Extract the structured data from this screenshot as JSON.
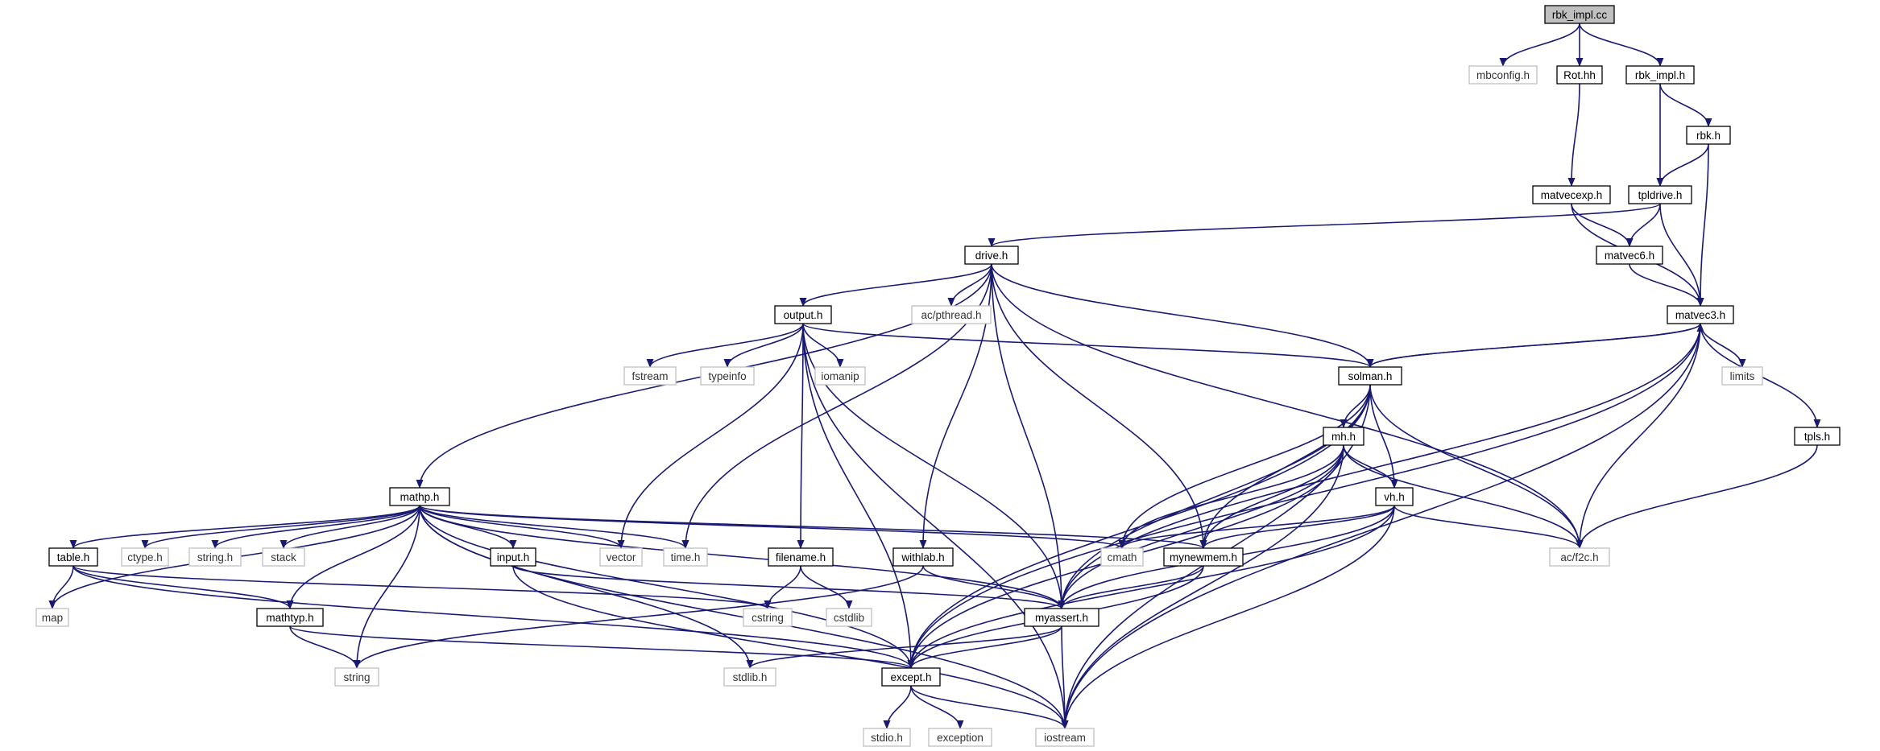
{
  "colors": {
    "edge": "#191970",
    "root_fill": "#bfbfbf",
    "node_border": "#000000",
    "system_border": "#bfbfbf",
    "label": "#000000",
    "system_label": "#333333"
  },
  "nodes": {
    "rbk_impl_cc": {
      "label": "rbk_impl.cc",
      "kind": "root"
    },
    "mbconfig_h": {
      "label": "mbconfig.h",
      "kind": "system"
    },
    "rot_hh": {
      "label": "Rot.hh",
      "kind": "local"
    },
    "rbk_impl_h": {
      "label": "rbk_impl.h",
      "kind": "local"
    },
    "rbk_h": {
      "label": "rbk.h",
      "kind": "local"
    },
    "matvecexp_h": {
      "label": "matvecexp.h",
      "kind": "local"
    },
    "tpldrive_h": {
      "label": "tpldrive.h",
      "kind": "local"
    },
    "drive_h": {
      "label": "drive.h",
      "kind": "local"
    },
    "matvec6_h": {
      "label": "matvec6.h",
      "kind": "local"
    },
    "output_h": {
      "label": "output.h",
      "kind": "local"
    },
    "ac_pthread_h": {
      "label": "ac/pthread.h",
      "kind": "system"
    },
    "matvec3_h": {
      "label": "matvec3.h",
      "kind": "local"
    },
    "fstream": {
      "label": "fstream",
      "kind": "system"
    },
    "typeinfo": {
      "label": "typeinfo",
      "kind": "system"
    },
    "iomanip": {
      "label": "iomanip",
      "kind": "system"
    },
    "solman_h": {
      "label": "solman.h",
      "kind": "local"
    },
    "limits": {
      "label": "limits",
      "kind": "system"
    },
    "mh_h": {
      "label": "mh.h",
      "kind": "local"
    },
    "tpls_h": {
      "label": "tpls.h",
      "kind": "local"
    },
    "mathp_h": {
      "label": "mathp.h",
      "kind": "local"
    },
    "vh_h": {
      "label": "vh.h",
      "kind": "local"
    },
    "table_h": {
      "label": "table.h",
      "kind": "local"
    },
    "ctype_h": {
      "label": "ctype.h",
      "kind": "system"
    },
    "string_h": {
      "label": "string.h",
      "kind": "system"
    },
    "stack": {
      "label": "stack",
      "kind": "system"
    },
    "input_h": {
      "label": "input.h",
      "kind": "local"
    },
    "vector": {
      "label": "vector",
      "kind": "system"
    },
    "time_h": {
      "label": "time.h",
      "kind": "system"
    },
    "filename_h": {
      "label": "filename.h",
      "kind": "local"
    },
    "withlab_h": {
      "label": "withlab.h",
      "kind": "local"
    },
    "cmath": {
      "label": "cmath",
      "kind": "system"
    },
    "mynewmem_h": {
      "label": "mynewmem.h",
      "kind": "local"
    },
    "ac_f2c_h": {
      "label": "ac/f2c.h",
      "kind": "system"
    },
    "map": {
      "label": "map",
      "kind": "system"
    },
    "mathtyp_h": {
      "label": "mathtyp.h",
      "kind": "local"
    },
    "cstring": {
      "label": "cstring",
      "kind": "system"
    },
    "cstdlib": {
      "label": "cstdlib",
      "kind": "system"
    },
    "myassert_h": {
      "label": "myassert.h",
      "kind": "local"
    },
    "string": {
      "label": "string",
      "kind": "system"
    },
    "stdlib_h": {
      "label": "stdlib.h",
      "kind": "system"
    },
    "except_h": {
      "label": "except.h",
      "kind": "local"
    },
    "stdio_h": {
      "label": "stdio.h",
      "kind": "system"
    },
    "exception": {
      "label": "exception",
      "kind": "system"
    },
    "iostream": {
      "label": "iostream",
      "kind": "system"
    }
  },
  "edges": [
    {
      "from": "rbk_impl_cc",
      "to": "mbconfig_h"
    },
    {
      "from": "rbk_impl_cc",
      "to": "rot_hh"
    },
    {
      "from": "rbk_impl_cc",
      "to": "rbk_impl_h"
    },
    {
      "from": "rot_hh",
      "to": "matvecexp_h"
    },
    {
      "from": "rbk_impl_h",
      "to": "rbk_h"
    },
    {
      "from": "rbk_impl_h",
      "to": "tpldrive_h"
    },
    {
      "from": "rbk_h",
      "to": "tpldrive_h"
    },
    {
      "from": "rbk_h",
      "to": "matvec3_h"
    },
    {
      "from": "matvecexp_h",
      "to": "matvec6_h"
    },
    {
      "from": "matvecexp_h",
      "to": "matvec3_h"
    },
    {
      "from": "tpldrive_h",
      "to": "drive_h"
    },
    {
      "from": "tpldrive_h",
      "to": "matvec6_h"
    },
    {
      "from": "tpldrive_h",
      "to": "matvec3_h"
    },
    {
      "from": "matvec6_h",
      "to": "matvec3_h"
    },
    {
      "from": "drive_h",
      "to": "output_h"
    },
    {
      "from": "drive_h",
      "to": "ac_pthread_h"
    },
    {
      "from": "drive_h",
      "to": "solman_h"
    },
    {
      "from": "drive_h",
      "to": "mathp_h"
    },
    {
      "from": "drive_h",
      "to": "withlab_h"
    },
    {
      "from": "drive_h",
      "to": "time_h"
    },
    {
      "from": "drive_h",
      "to": "mynewmem_h"
    },
    {
      "from": "drive_h",
      "to": "myassert_h"
    },
    {
      "from": "drive_h",
      "to": "ac_f2c_h"
    },
    {
      "from": "output_h",
      "to": "fstream"
    },
    {
      "from": "output_h",
      "to": "typeinfo"
    },
    {
      "from": "output_h",
      "to": "iomanip"
    },
    {
      "from": "output_h",
      "to": "solman_h"
    },
    {
      "from": "output_h",
      "to": "vector"
    },
    {
      "from": "output_h",
      "to": "filename_h"
    },
    {
      "from": "output_h",
      "to": "myassert_h"
    },
    {
      "from": "output_h",
      "to": "except_h"
    },
    {
      "from": "output_h",
      "to": "iostream"
    },
    {
      "from": "matvec3_h",
      "to": "solman_h"
    },
    {
      "from": "matvec3_h",
      "to": "limits"
    },
    {
      "from": "matvec3_h",
      "to": "tpls_h"
    },
    {
      "from": "matvec3_h",
      "to": "ac_f2c_h"
    },
    {
      "from": "matvec3_h",
      "to": "myassert_h"
    },
    {
      "from": "matvec3_h",
      "to": "except_h"
    },
    {
      "from": "matvec3_h",
      "to": "iostream"
    },
    {
      "from": "solman_h",
      "to": "matvec3_h"
    },
    {
      "from": "solman_h",
      "to": "mh_h"
    },
    {
      "from": "solman_h",
      "to": "vh_h"
    },
    {
      "from": "solman_h",
      "to": "cmath"
    },
    {
      "from": "solman_h",
      "to": "mynewmem_h"
    },
    {
      "from": "solman_h",
      "to": "ac_f2c_h"
    },
    {
      "from": "solman_h",
      "to": "myassert_h"
    },
    {
      "from": "solman_h",
      "to": "except_h"
    },
    {
      "from": "solman_h",
      "to": "iostream"
    },
    {
      "from": "tpls_h",
      "to": "ac_f2c_h"
    },
    {
      "from": "mh_h",
      "to": "vh_h"
    },
    {
      "from": "mh_h",
      "to": "cmath"
    },
    {
      "from": "mh_h",
      "to": "mynewmem_h"
    },
    {
      "from": "mh_h",
      "to": "ac_f2c_h"
    },
    {
      "from": "mh_h",
      "to": "myassert_h"
    },
    {
      "from": "mh_h",
      "to": "except_h"
    },
    {
      "from": "mh_h",
      "to": "iostream"
    },
    {
      "from": "vh_h",
      "to": "cmath"
    },
    {
      "from": "vh_h",
      "to": "mynewmem_h"
    },
    {
      "from": "vh_h",
      "to": "ac_f2c_h"
    },
    {
      "from": "vh_h",
      "to": "myassert_h"
    },
    {
      "from": "vh_h",
      "to": "except_h"
    },
    {
      "from": "vh_h",
      "to": "iostream"
    },
    {
      "from": "mathp_h",
      "to": "table_h"
    },
    {
      "from": "mathp_h",
      "to": "ctype_h"
    },
    {
      "from": "mathp_h",
      "to": "string_h"
    },
    {
      "from": "mathp_h",
      "to": "stack"
    },
    {
      "from": "mathp_h",
      "to": "input_h"
    },
    {
      "from": "mathp_h",
      "to": "vector"
    },
    {
      "from": "mathp_h",
      "to": "time_h"
    },
    {
      "from": "mathp_h",
      "to": "cmath"
    },
    {
      "from": "mathp_h",
      "to": "mynewmem_h"
    },
    {
      "from": "mathp_h",
      "to": "map"
    },
    {
      "from": "mathp_h",
      "to": "mathtyp_h"
    },
    {
      "from": "mathp_h",
      "to": "string"
    },
    {
      "from": "mathp_h",
      "to": "myassert_h"
    },
    {
      "from": "mathp_h",
      "to": "stdlib_h"
    },
    {
      "from": "mathp_h",
      "to": "except_h"
    },
    {
      "from": "mathp_h",
      "to": "iostream"
    },
    {
      "from": "table_h",
      "to": "map"
    },
    {
      "from": "table_h",
      "to": "mathtyp_h"
    },
    {
      "from": "table_h",
      "to": "cstring"
    },
    {
      "from": "table_h",
      "to": "except_h"
    },
    {
      "from": "input_h",
      "to": "myassert_h"
    },
    {
      "from": "input_h",
      "to": "iostream"
    },
    {
      "from": "filename_h",
      "to": "cstring"
    },
    {
      "from": "filename_h",
      "to": "cstdlib"
    },
    {
      "from": "withlab_h",
      "to": "myassert_h"
    },
    {
      "from": "withlab_h",
      "to": "string"
    },
    {
      "from": "mynewmem_h",
      "to": "myassert_h"
    },
    {
      "from": "mynewmem_h",
      "to": "except_h"
    },
    {
      "from": "mathtyp_h",
      "to": "string"
    },
    {
      "from": "mathtyp_h",
      "to": "except_h"
    },
    {
      "from": "myassert_h",
      "to": "except_h"
    },
    {
      "from": "myassert_h",
      "to": "stdlib_h"
    },
    {
      "from": "myassert_h",
      "to": "iostream"
    },
    {
      "from": "except_h",
      "to": "stdio_h"
    },
    {
      "from": "except_h",
      "to": "exception"
    },
    {
      "from": "except_h",
      "to": "iostream"
    }
  ]
}
